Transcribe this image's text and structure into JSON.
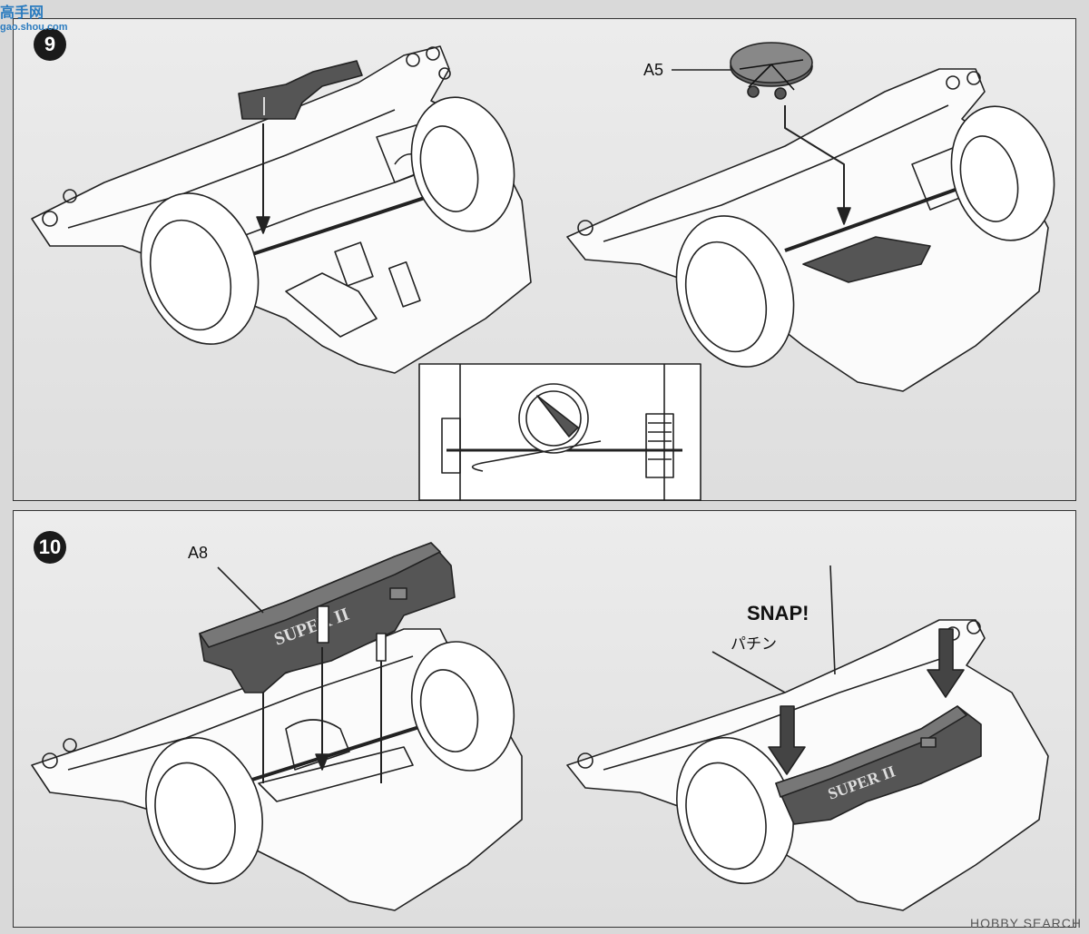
{
  "steps": [
    {
      "number": "9",
      "parts": [
        "A5"
      ]
    },
    {
      "number": "10",
      "parts": [
        "A8"
      ],
      "snap_label": "SNAP!",
      "snap_jp": "パチン",
      "cover_text": "SUPER II"
    }
  ],
  "watermarks": {
    "top_left": "高手网",
    "top_left_sub": "gao.shou.com",
    "bottom_right": "HOBBY SEARCH"
  },
  "colors": {
    "line": "#222222",
    "part_fill": "#555555",
    "panel_bg": "#e6e6e6"
  }
}
